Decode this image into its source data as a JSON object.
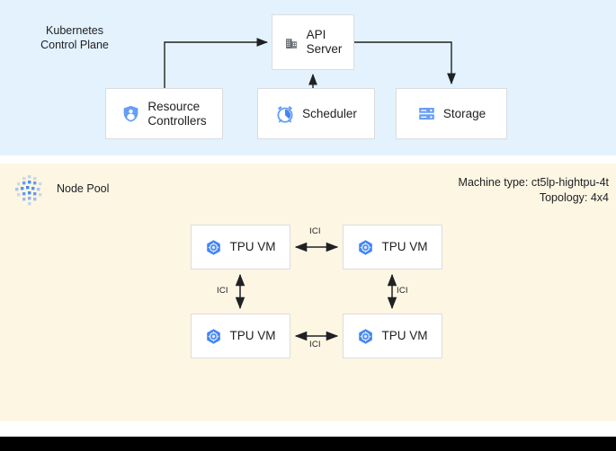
{
  "colors": {
    "control_plane_bg": "#e3f2fd",
    "node_pool_bg": "#fdf6e3",
    "box_bg": "#ffffff",
    "box_border": "#dadce0",
    "accent_blue": "#4285f4",
    "icon_blue_light": "#8ab4f8",
    "icon_gray": "#5f6368",
    "text": "#202124",
    "bottom_bar": "#000000"
  },
  "control_plane": {
    "label": "Kubernetes\nControl Plane",
    "nodes": [
      {
        "id": "api-server",
        "label": "API\nServer",
        "icon": "building-icon"
      },
      {
        "id": "resource-controllers",
        "label": "Resource\nControllers",
        "icon": "shield-person-icon"
      },
      {
        "id": "scheduler",
        "label": "Scheduler",
        "icon": "alarm-clock-icon"
      },
      {
        "id": "storage",
        "label": "Storage",
        "icon": "storage-disk-icon"
      }
    ],
    "connections": [
      {
        "from": "resource-controllers",
        "to": "api-server",
        "direction": "to-api"
      },
      {
        "from": "scheduler",
        "to": "api-server",
        "direction": "to-api"
      },
      {
        "from": "api-server",
        "to": "storage",
        "direction": "from-api"
      }
    ]
  },
  "node_pool": {
    "label": "Node Pool",
    "icon": "dot-grid-icon",
    "machine_type_line": "Machine type: ct5lp-hightpu-4t",
    "topology_line": "Topology: 4x4",
    "machine_type": "ct5lp-hightpu-4t",
    "topology": "4x4",
    "vms": [
      {
        "id": "tpu-vm-1",
        "label": "TPU VM",
        "icon": "tpu-hexagon-icon"
      },
      {
        "id": "tpu-vm-2",
        "label": "TPU VM",
        "icon": "tpu-hexagon-icon"
      },
      {
        "id": "tpu-vm-3",
        "label": "TPU VM",
        "icon": "tpu-hexagon-icon"
      },
      {
        "id": "tpu-vm-4",
        "label": "TPU VM",
        "icon": "tpu-hexagon-icon"
      }
    ],
    "interconnects": [
      {
        "id": "ici-top",
        "label": "ICI",
        "between": [
          "tpu-vm-1",
          "tpu-vm-2"
        ],
        "orientation": "horizontal"
      },
      {
        "id": "ici-left",
        "label": "ICI",
        "between": [
          "tpu-vm-1",
          "tpu-vm-3"
        ],
        "orientation": "vertical"
      },
      {
        "id": "ici-right",
        "label": "ICI",
        "between": [
          "tpu-vm-2",
          "tpu-vm-4"
        ],
        "orientation": "vertical"
      },
      {
        "id": "ici-bottom",
        "label": "ICI",
        "between": [
          "tpu-vm-3",
          "tpu-vm-4"
        ],
        "orientation": "horizontal"
      }
    ]
  }
}
